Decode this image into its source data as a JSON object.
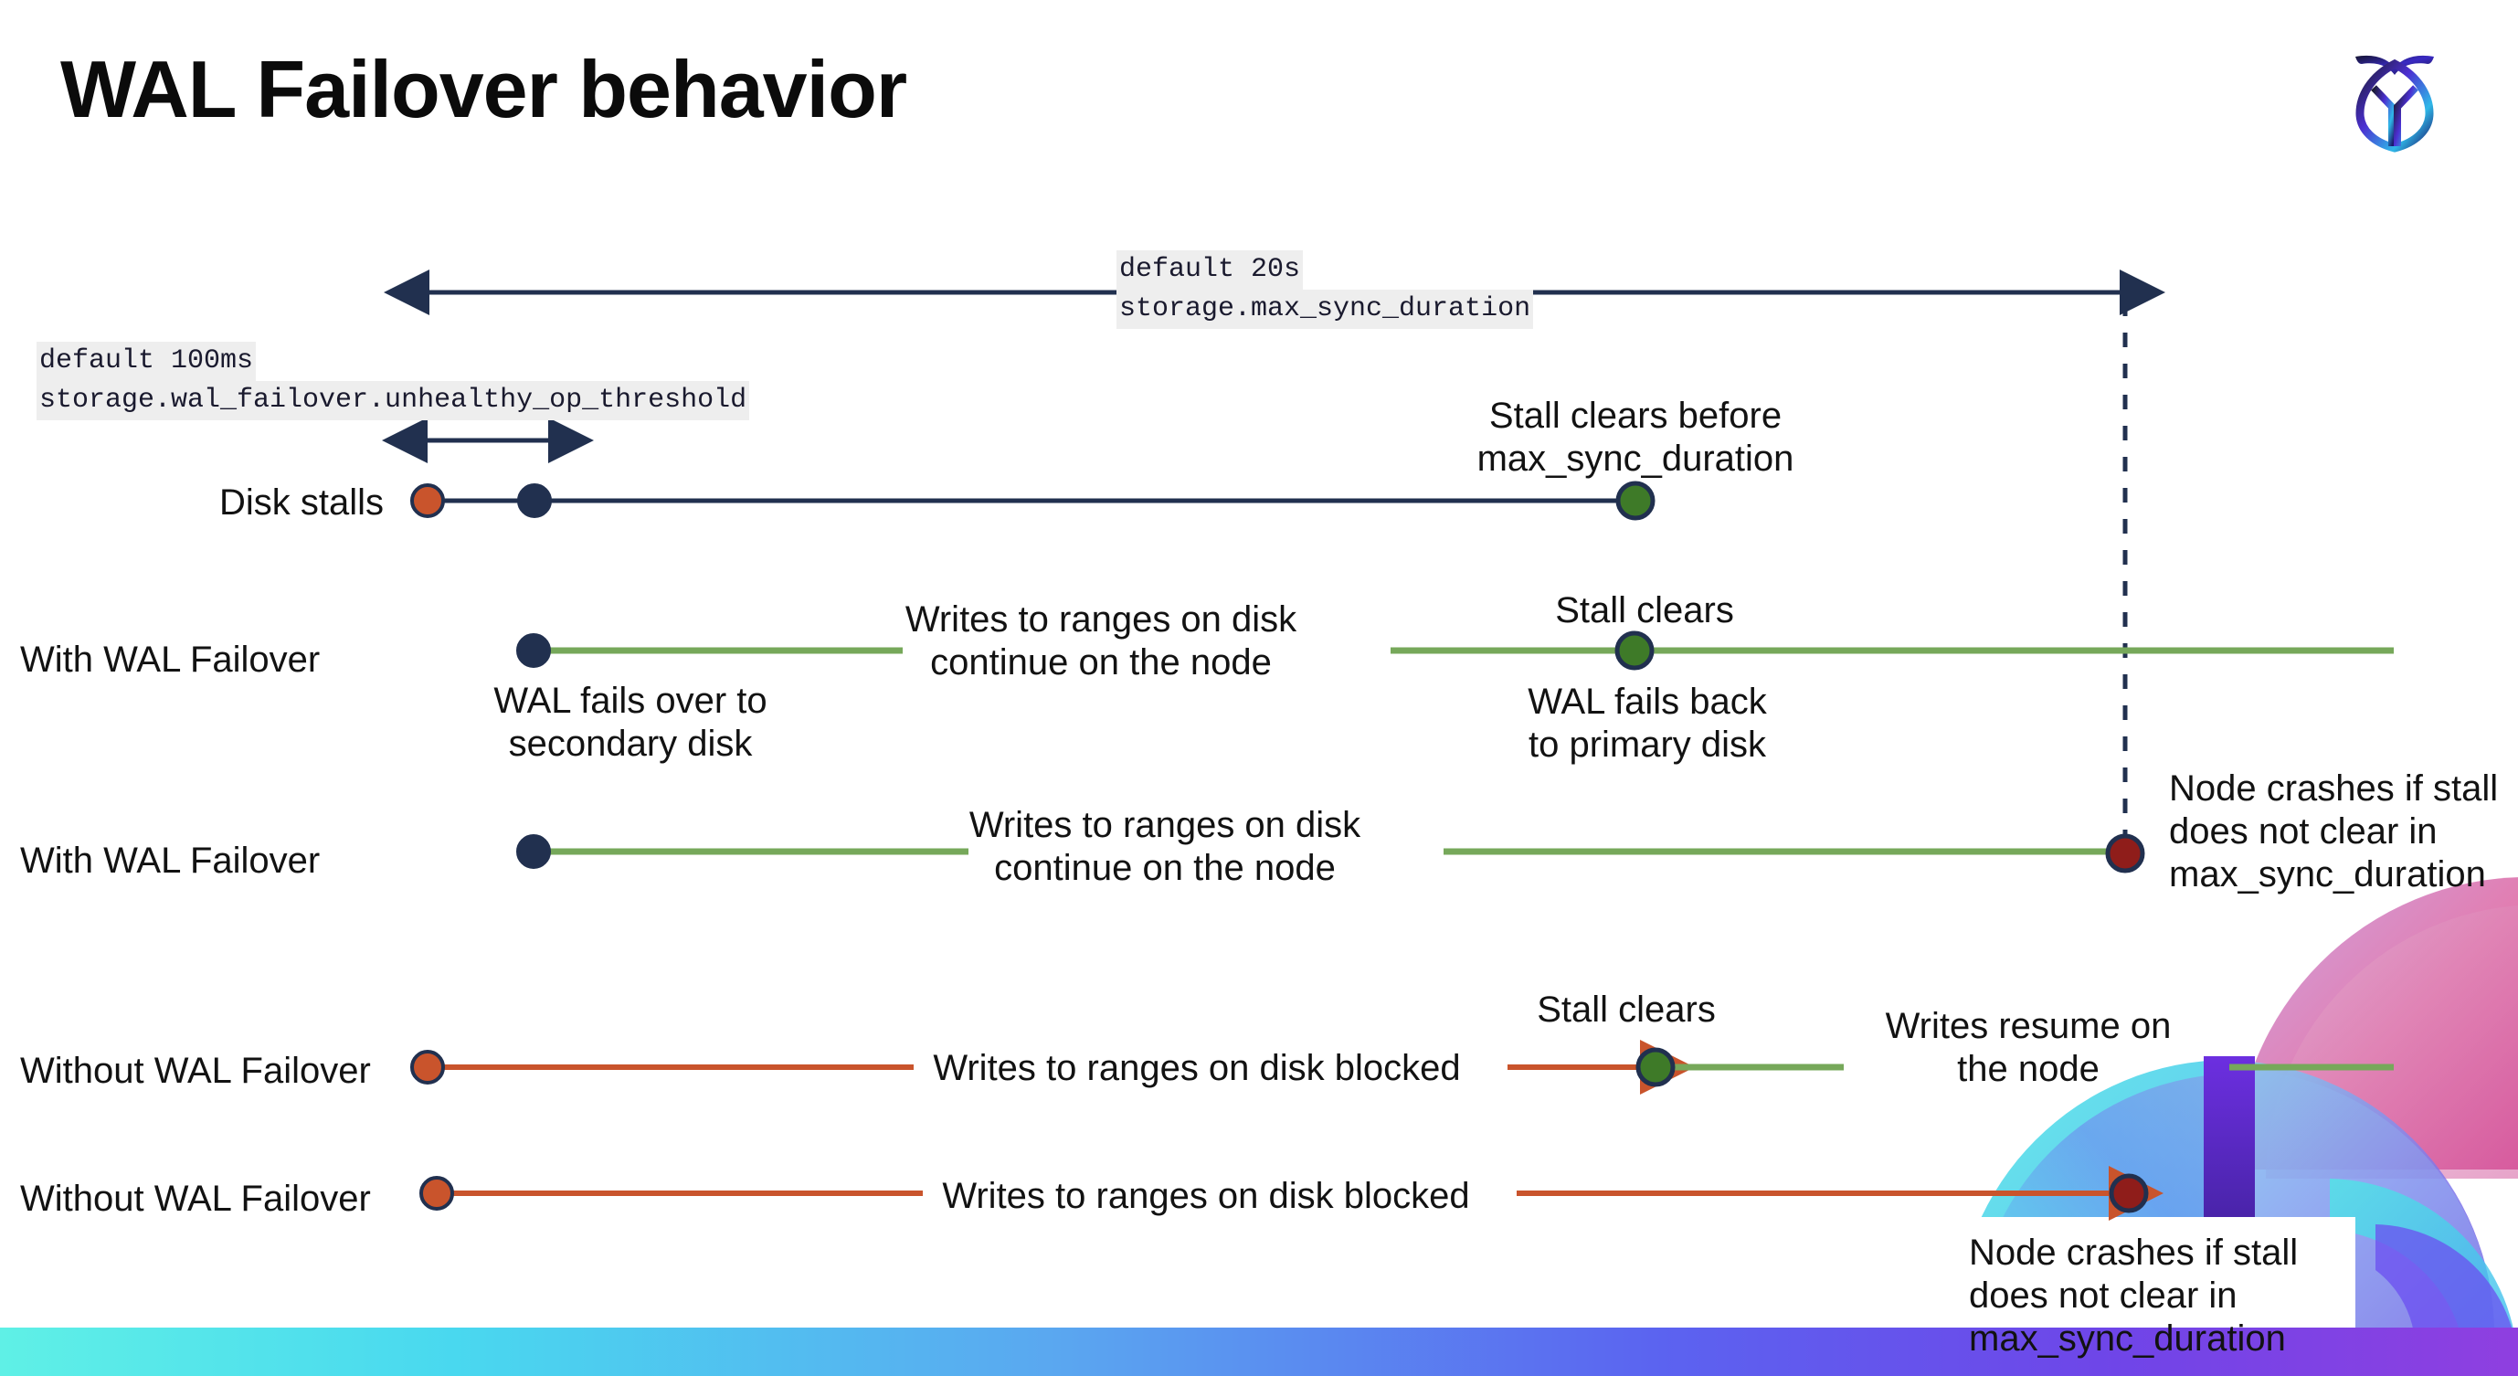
{
  "slide": {
    "title": "WAL Failover behavior",
    "logo_name": "cockroachdb-logo"
  },
  "settings": [
    {
      "id": "max-sync-duration",
      "default_line": "default 20s",
      "setting_line": "storage.max_sync_duration"
    },
    {
      "id": "unhealthy-op-threshold",
      "default_line": "default 100ms",
      "setting_line": "storage.wal_failover.unhealthy_op_threshold"
    }
  ],
  "rows": [
    {
      "id": "disk-stalls",
      "label": "Disk stalls",
      "annotations": [
        {
          "id": "stall-clears-before",
          "text": "Stall clears before\nmax_sync_duration"
        }
      ]
    },
    {
      "id": "with-wal-failover-recovers",
      "label": "With WAL Failover",
      "annotations": [
        {
          "id": "wal-fails-over",
          "text": "WAL fails over to\nsecondary disk"
        },
        {
          "id": "writes-continue-1",
          "text": "Writes to ranges on disk\ncontinue on the node"
        },
        {
          "id": "stall-clears-1",
          "text": "Stall clears"
        },
        {
          "id": "wal-fails-back",
          "text": "WAL fails  back\nto primary disk"
        }
      ]
    },
    {
      "id": "with-wal-failover-crash",
      "label": "With WAL Failover",
      "annotations": [
        {
          "id": "writes-continue-2",
          "text": "Writes to ranges on disk\ncontinue on the node"
        },
        {
          "id": "node-crashes-1",
          "text": "Node crashes if stall\ndoes not clear in\nmax_sync_duration"
        }
      ]
    },
    {
      "id": "without-wal-failover-recovers",
      "label": "Without WAL Failover",
      "annotations": [
        {
          "id": "writes-blocked-1",
          "text": "Writes to ranges on disk  blocked"
        },
        {
          "id": "stall-clears-2",
          "text": "Stall clears"
        },
        {
          "id": "writes-resume",
          "text": "Writes resume on\nthe node"
        }
      ]
    },
    {
      "id": "without-wal-failover-crash",
      "label": "Without WAL Failover",
      "annotations": [
        {
          "id": "writes-blocked-2",
          "text": "Writes to ranges on disk  blocked"
        },
        {
          "id": "node-crashes-2",
          "text": "Node crashes if stall\ndoes not clear in\nmax_sync_duration"
        }
      ]
    }
  ],
  "colors": {
    "navy": "#21304f",
    "green_line": "#76a85a",
    "green_dot": "#3e7a28",
    "orange": "#c9542c",
    "red_dot": "#8f1d1a",
    "code_bg": "#eeeeee",
    "text": "#121212"
  },
  "markers": {
    "stall_start": "orange-dot",
    "failover": "navy-dot",
    "stall_clear": "green-dot",
    "node_crash": "red-dot"
  }
}
